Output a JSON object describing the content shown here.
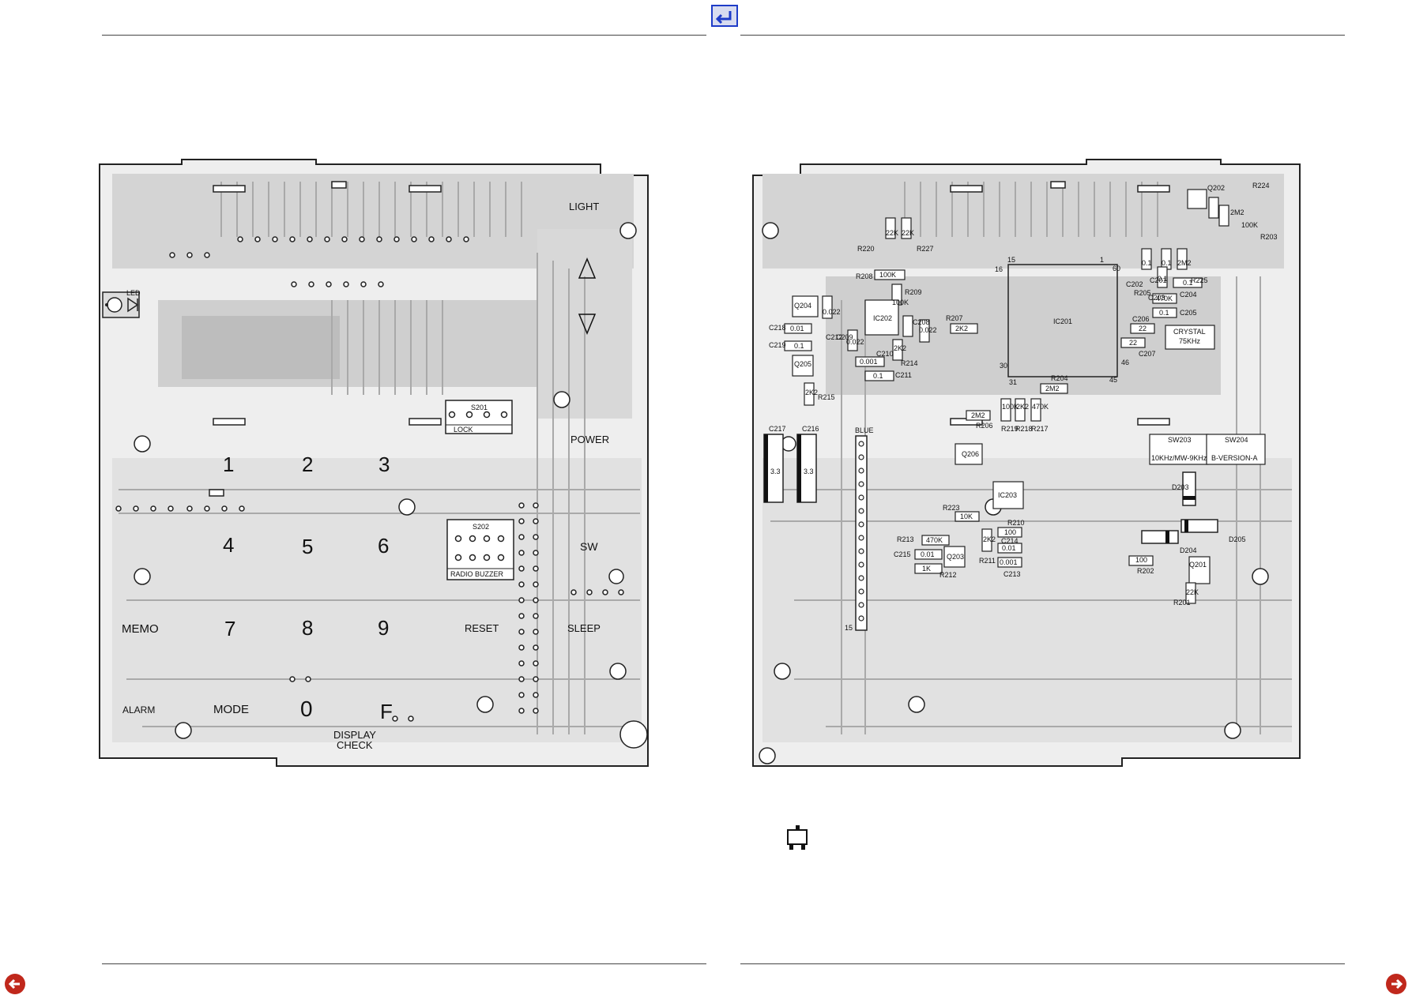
{
  "nav": {
    "back_label": "back",
    "prev_label": "previous page",
    "next_label": "next page",
    "accent": "#c0281c",
    "back_color": "#1e3cc8"
  },
  "keypad_board": {
    "indicator": "LED",
    "labels": {
      "light": "LIGHT",
      "power": "POWER",
      "sw": "SW",
      "sleep": "SLEEP",
      "reset": "RESET",
      "memo": "MEMO",
      "alarm": "ALARM",
      "mode": "MODE",
      "display": "DISPLAY",
      "check": "CHECK",
      "lock_switch": "S201",
      "lock": "LOCK",
      "buzzer_switch": "S202",
      "radio_buzzer": "RADIO  BUZZER"
    },
    "keys": [
      "1",
      "2",
      "3",
      "4",
      "5",
      "6",
      "7",
      "8",
      "9",
      "0",
      "F"
    ],
    "arrows": [
      "up",
      "down"
    ]
  },
  "component_board": {
    "ic_main": "IC201",
    "ic_pins": [
      "1",
      "60",
      "15",
      "16",
      "30",
      "31",
      "45",
      "46"
    ],
    "parts": [
      "Q202",
      "R224",
      "2M2",
      "100K",
      "R203",
      "R220",
      "22K",
      "22K",
      "R227",
      "C202",
      "0.1",
      "C201",
      "0.1",
      "2M2",
      "R225",
      "C203",
      "0.1",
      "C204",
      "0.1",
      "R205",
      "470K",
      "C205",
      "0.1",
      "R208",
      "100K",
      "R209",
      "100K",
      "Q204",
      "0.022",
      "C212",
      "IC202",
      "C209",
      "0.022",
      "C208",
      "0.022",
      "R207",
      "2K2",
      "C218",
      "0.01",
      "C219",
      "0.1",
      "R214",
      "2K2",
      "C210",
      "0.001",
      "C206",
      "22",
      "C207",
      "22",
      "CRYSTAL",
      "75KHz",
      "Q205",
      "0.1",
      "C211",
      "R215",
      "2K2",
      "R204",
      "2M2",
      "2M2",
      "R206",
      "R219",
      "100K",
      "R218",
      "2K2",
      "R217",
      "470K",
      "SW203",
      "10KHz/MW-9KHz",
      "SW204",
      "B-VERSION-A",
      "C217",
      "C216",
      "3.3",
      "3.3",
      "BLUE",
      "Q206",
      "IC203",
      "D203",
      "R223",
      "10K",
      "R210",
      "100",
      "R213",
      "470K",
      "C215",
      "0.01",
      "1K",
      "R212",
      "Q203",
      "R211",
      "2K2",
      "C214",
      "0.01",
      "0.001",
      "C213",
      "D205",
      "D204",
      "100",
      "R202",
      "Q201",
      "R201",
      "22K",
      "15"
    ]
  }
}
